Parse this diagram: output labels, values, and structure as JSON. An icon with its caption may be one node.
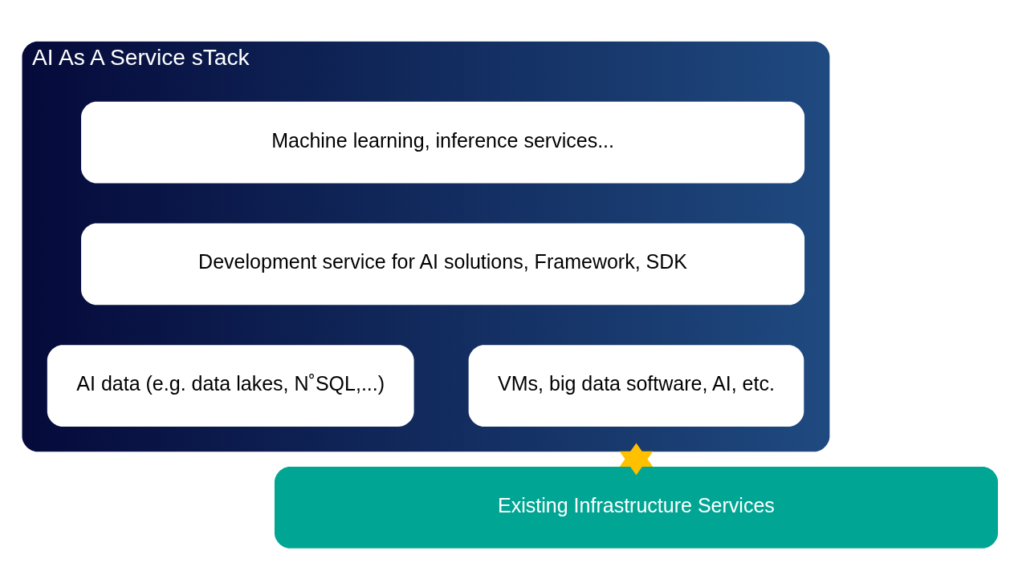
{
  "diagram": {
    "nodes": [
      {
        "text": [
          "AI As A Service sTack"
        ]
      },
      {
        "text": [
          "Machine learning, inference services..."
        ],
        "in": 0
      },
      {
        "text": [
          "Development service for AI solutions, Framework, SDK"
        ],
        "in": 0
      },
      {
        "text": [
          "VMs, big data software, AI, etc."
        ],
        "in": 0
      },
      {
        "text": [
          "AI data (e.g. data lakes, N˚SQL,...)"
        ],
        "in": 0
      },
      {
        "text": [
          "Existing Infrastructure Services"
        ]
      }
    ],
    "edges": [
      {
        "from": 0,
        "to": 5,
        "arrow": "both",
        "style": "thick",
        "color": "#ffc000"
      }
    ]
  }
}
